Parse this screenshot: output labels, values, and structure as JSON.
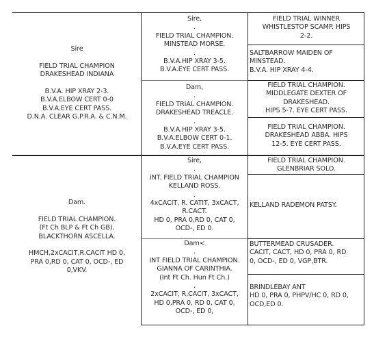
{
  "document": {
    "sire": {
      "text": "Sire\n\nFIELD TRIAL CHAMPION\nDRAKESHEAD INDIANA\n\nB.V.A. HIP XRAY 2-3.\nB.V.A.ELBOW CERT 0-0\nB.V.A.EYE CERT PASS.\nD.N.A. CLEAR G.P.R.A. & C.N.M.",
      "sire": {
        "text": "Sire,\n.\nFIELD TRIAL CHAMPION.\nMINSTEAD MORSE.\n.\nB.V.A.HIP XRAY 3-5.\nB.V.A.EYE CERT PASS.",
        "sire": "FIELD TRIAL WINNER\nWHISTLESTOP SCAMP. HIPS\n2-2.",
        "dam": "SALTBARROW MAIDEN OF\nMINSTEAD.\nB.V.A. HIP XRAY 4-4."
      },
      "dam": {
        "text": "Dam,\n.\nFIELD TRIAL CHAMPION.\nDRAKESHEAD TREACLE.\n.\nB.V.A.HIP XRAY 3-5.\nB.V.A.ELBOW CERT 0-1.\nB.V.A.EYE CERT PASS.",
        "sire": "FIELD TRIAL CHAMPION.\nMIDDLEGATE DEXTER OF\nDRAKESHEAD.\nHIPS 5-7.  EYE CERT PASS.",
        "dam": "FIELD TRIAL CHAMPION.\nDRAKESHEAD ABBA.  HIPS\n12-5.  EYE CERT PASS."
      }
    },
    "dam": {
      "text": "Dam.\n\nFIELD TRIAL CHAMPION.\n(Ft Ch BLP & Ft Ch GB).\nBLACKTHORN ASCELLA.\n\nHMCH,2xCACIT,R.CACIT HD 0,\nPRA 0,RD 0, CAT 0, OCD-, ED\n0,VKV.",
      "sire": {
        "text": "Sire,\n.\niNT. FIELD TRIAL CHAMPION\nKELLAND ROSS.\n.\n4xCACIT, R. CATIT, 3xCACT,\nR.CACT.\nHD 0, PRA 0,RD 0, CAT 0,\nOCD-, ED 0.",
        "sire": "FIELD TRIAL CHAMPION.\nGLENBRIAR SOLO.",
        "dam": "KELLAND RADEMON PATSY."
      },
      "dam": {
        "text": "Dam<\n.\nINT FIELD TRIAL CHAMPION.\nGIANNA OF CARINTHIA.\n(Int Ft Ch.  Hun Ft Ch.)\n.\n2xCACIT, R,CACIT, 3xCACT,\nHD 0,PRA 0, RD 0, CAT 0,\nOCD-, ED 0,",
        "sire": "BUTTERMEAD CRUSADER.\nCACIT, CACT, HD 0, PRA 0, RD\n0, OCD-, ED 0, VGP,BTR.",
        "dam": "BRINDLEBAY ANT\nHD 0, PRA 0, PHPV/HC 0, RD 0,\nOCD,ED 0."
      }
    }
  }
}
